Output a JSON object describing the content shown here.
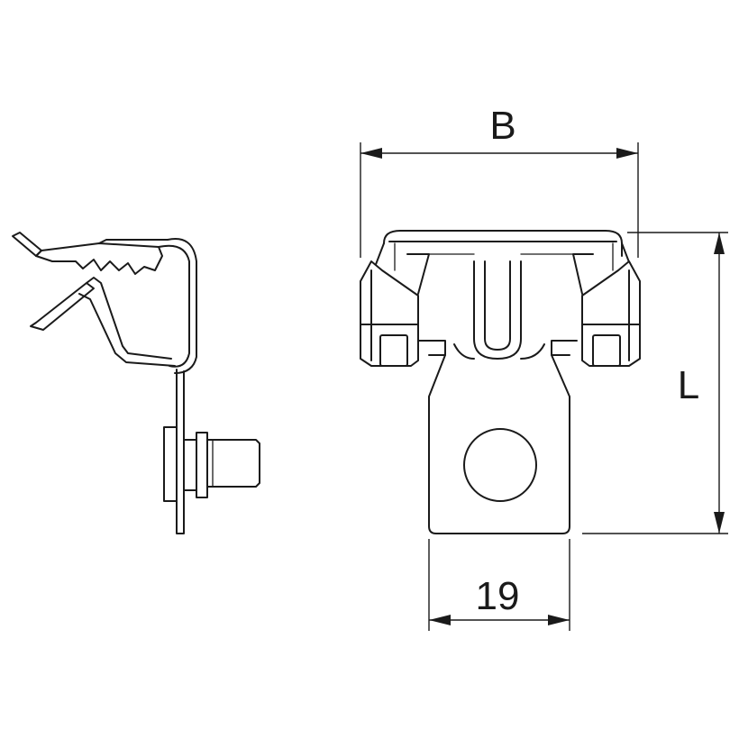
{
  "dimensions": {
    "width_label": "B",
    "length_label": "L",
    "base_width_label": "19"
  }
}
